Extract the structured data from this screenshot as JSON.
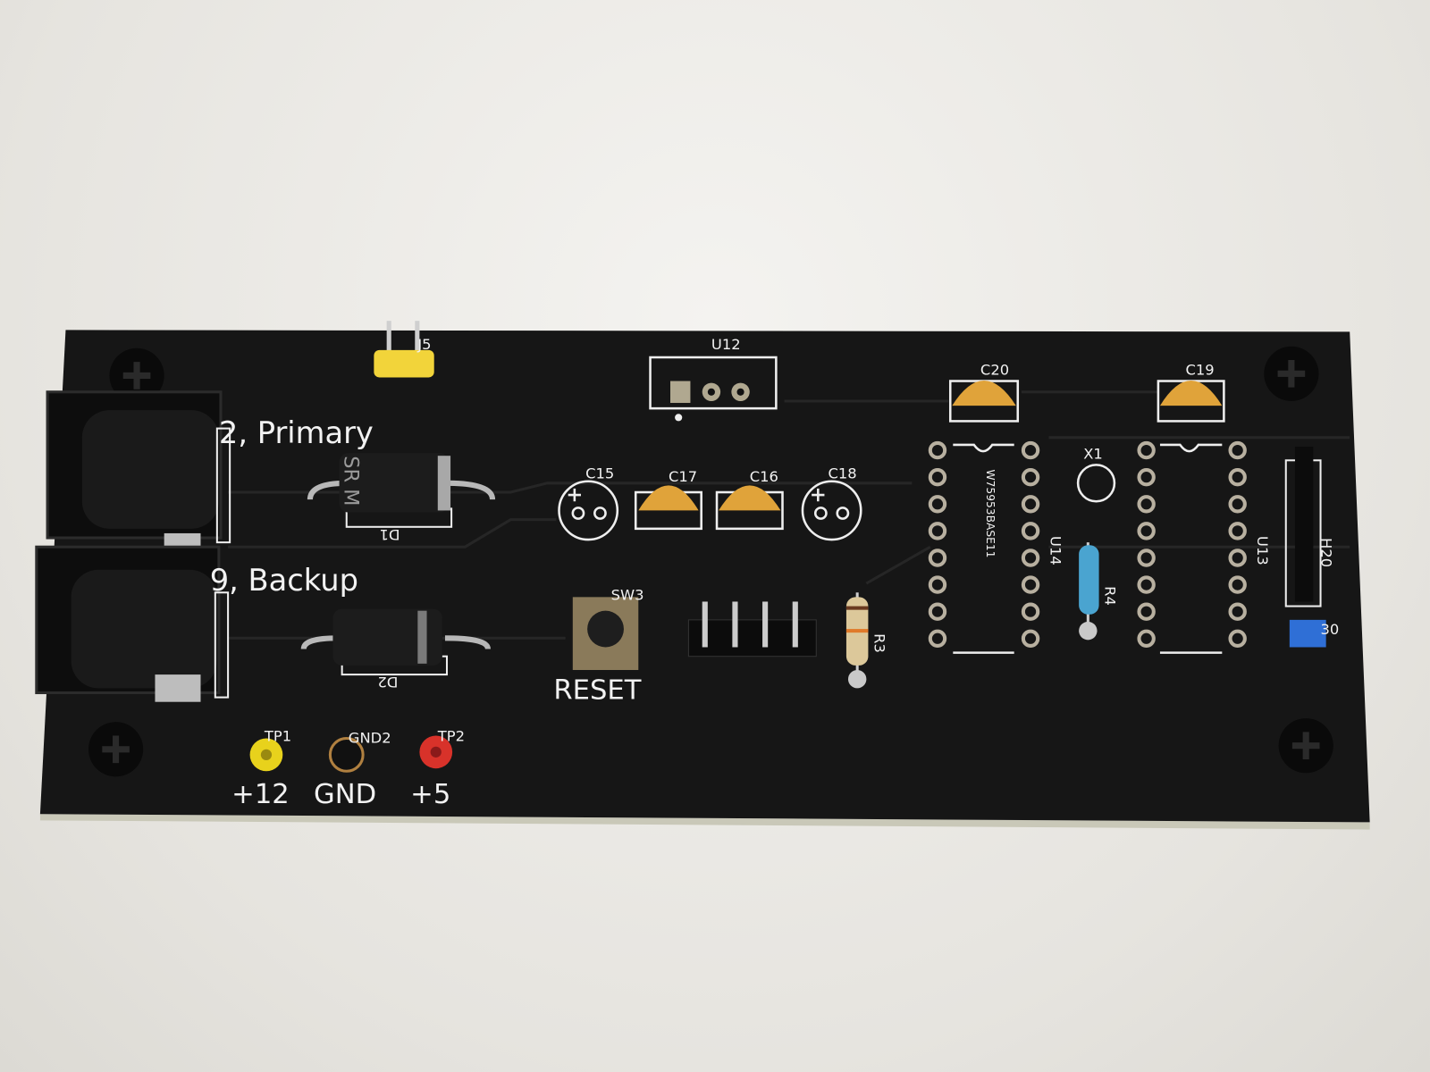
{
  "board": {
    "colors": {
      "pcb": "#141414",
      "silk": "#f2f2f2",
      "background": "#ebe9e5",
      "ceramic_cap": "#e0a33a",
      "jumper_yellow": "#f2d43a",
      "jumper_blue": "#2f6fd6",
      "tp_red": "#d8322a",
      "tp_yellow": "#e8d21c"
    },
    "power_inputs": {
      "primary": "2, Primary",
      "backup": "9, Backup"
    },
    "labels": {
      "u12": "U12",
      "c20": "C20",
      "c19": "C19",
      "c15": "C15",
      "c17": "C17",
      "c16": "C16",
      "c18": "C18",
      "x1": "X1",
      "u14": "U14",
      "u13": "U13",
      "chip_marking": "W75953BASE11",
      "h20": "H20",
      "r4": "R4",
      "r3": "R3",
      "sw3": "SW3",
      "reset": "RESET",
      "d1": "D1",
      "d2": "D2",
      "j15": "J5",
      "h30": "30",
      "tp1": "TP1",
      "gnd2": "GND2",
      "tp2": "TP2",
      "plus12": "+12",
      "gnd": "GND",
      "plus5": "+5",
      "diode_marking": "SR M"
    }
  }
}
